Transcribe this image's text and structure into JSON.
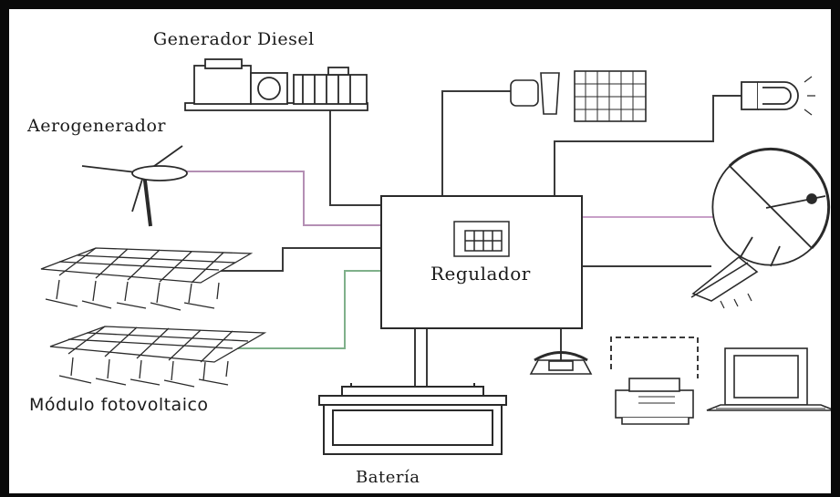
{
  "labels": {
    "diesel_generator": "Generador Diesel",
    "wind_generator": "Aerogenerador",
    "regulator": "Regulador",
    "pv_module": "Módulo fotovoltaico",
    "battery": "Batería"
  },
  "colors": {
    "frame": "#0a0a0a",
    "line": "#3a3a3a",
    "line_tint_pink": "#c8a0c8",
    "line_tint_green": "#8fc49a",
    "drawing": "#2a2a2a"
  },
  "icons": [
    "diesel-generator-icon",
    "wind-turbine-icon",
    "solar-panel-icon",
    "battery-icon",
    "regulator-icon",
    "refrigerator-icon",
    "lamp-icon",
    "satellite-dish-icon",
    "radio-antenna-icon",
    "telephone-icon",
    "printer-icon",
    "computer-icon"
  ]
}
